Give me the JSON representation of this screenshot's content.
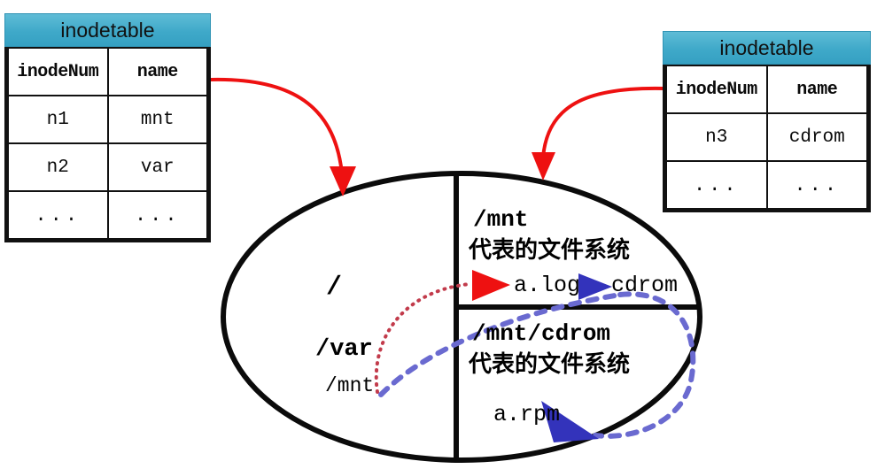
{
  "left_table": {
    "title": "inodetable",
    "columns": [
      "inodeNum",
      "name"
    ],
    "rows": [
      [
        "n1",
        "mnt"
      ],
      [
        "n2",
        "var"
      ],
      [
        "...",
        "..."
      ]
    ]
  },
  "right_table": {
    "title": "inodetable",
    "columns": [
      "inodeNum",
      "name"
    ],
    "rows": [
      [
        "n3",
        "cdrom"
      ],
      [
        "...",
        "..."
      ]
    ]
  },
  "diagram": {
    "root_label": "/",
    "var_label": "/var",
    "mnt_label": "/mnt",
    "mnt_fs_path": "/mnt",
    "mnt_fs_caption": "代表的文件系统",
    "mnt_file": "a.log",
    "mnt_dir": "cdrom",
    "cdrom_fs_path": "/mnt/cdrom",
    "cdrom_fs_caption": "代表的文件系统",
    "cdrom_file": "a.rpm"
  },
  "colors": {
    "header_teal": "#3fa9c9",
    "arrow_red": "#ee1111",
    "arrow_blue": "#3333bb",
    "dotted_red": "#c23b4b",
    "dotted_blue": "#6a6ad0",
    "outline_black": "#0b0b0b"
  }
}
